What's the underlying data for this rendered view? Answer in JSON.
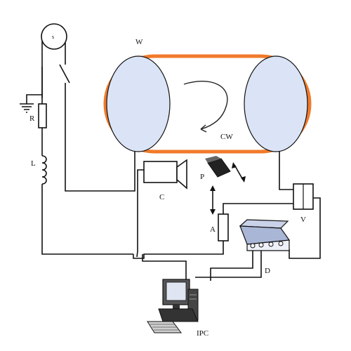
{
  "labels": {
    "source": "s",
    "belt": "W",
    "rotation": "CW",
    "resistor": "R",
    "inductor": "L",
    "camera": "C",
    "probe": "P",
    "actuator": "A",
    "voltmeter": "V",
    "daq": "D",
    "computer": "IPC"
  },
  "colors": {
    "belt": "#f07a2a",
    "roller_fill": "#dbe4f6",
    "line": "#111111"
  }
}
